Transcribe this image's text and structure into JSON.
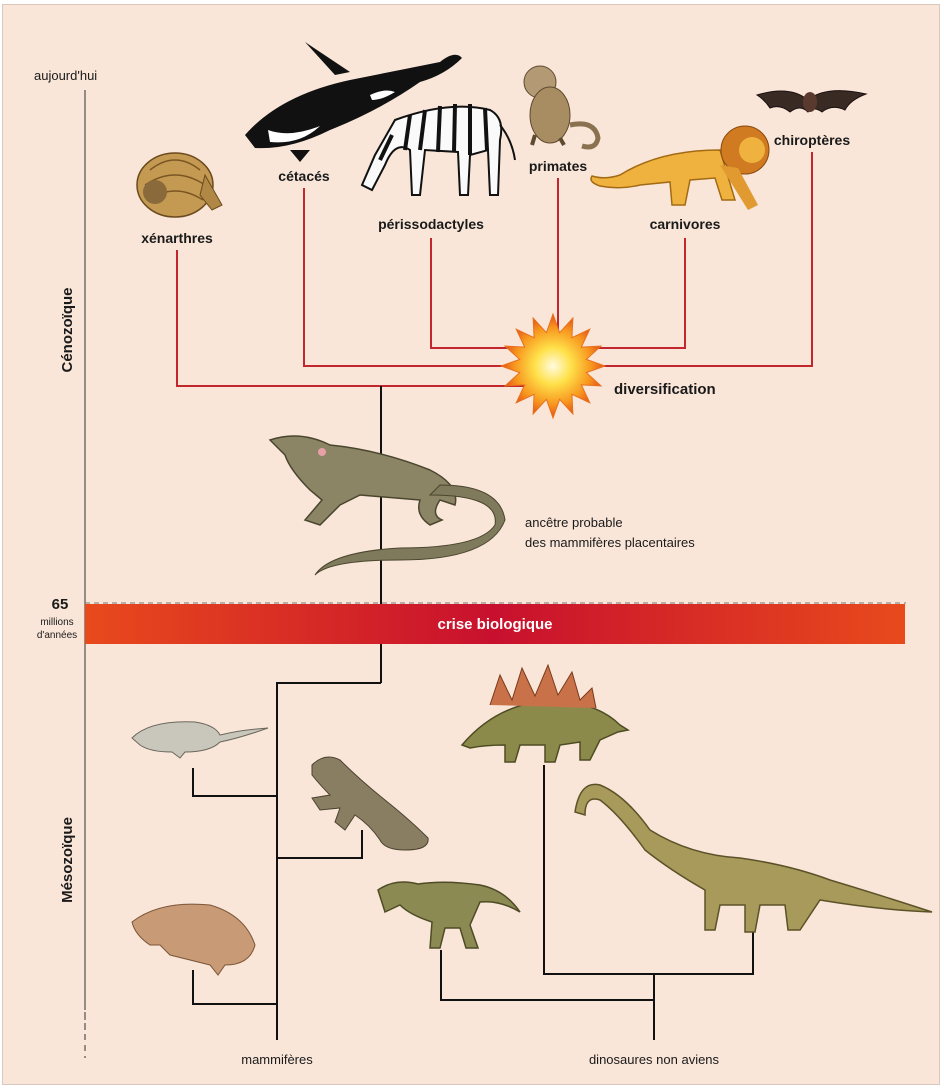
{
  "timeline": {
    "top_label": "aujourd'hui",
    "era_upper": "Cénozoïque",
    "era_lower": "Mésozoïque",
    "boundary_value": "65",
    "boundary_unit_line1": "millions",
    "boundary_unit_line2": "d'années"
  },
  "crisis_label": "crise biologique",
  "diversification_label": "diversification",
  "ancestor": {
    "line1": "ancêtre probable",
    "line2": "des mammifères placentaires"
  },
  "groups": {
    "xenarthres": "xénarthres",
    "cetaces": "cétacés",
    "perissodactyles": "périssodactyles",
    "primates": "primates",
    "carnivores": "carnivores",
    "chiropteres": "chiroptères"
  },
  "bottom_labels": {
    "mammals": "mammifères",
    "dinosaurs": "dinosaures non aviens"
  },
  "colors": {
    "background": "#f9e6d9",
    "placental_branches": "#c1272d",
    "mesozoic_branches": "#111111",
    "crisis_band_center": "#c8102e",
    "crisis_band_edge": "#e8401c",
    "burst": "#f7941d"
  }
}
